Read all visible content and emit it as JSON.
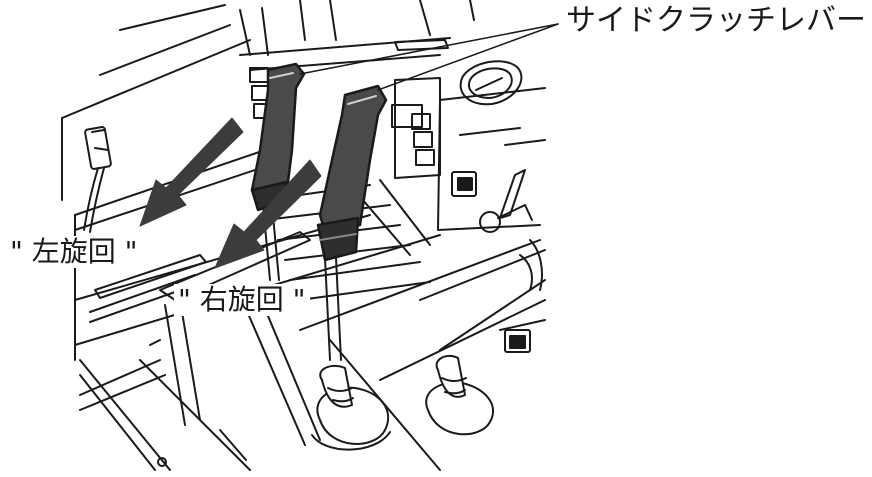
{
  "labels": {
    "side_clutch_lever": "サイドクラッチレバー",
    "left_turn": "\" 左旋回 \"",
    "right_turn": "\" 右旋回 \""
  },
  "colors": {
    "line": "#1a1a1a",
    "lever": "#4a4a4a",
    "arrow": "#3c3c3c",
    "background": "#ffffff"
  }
}
